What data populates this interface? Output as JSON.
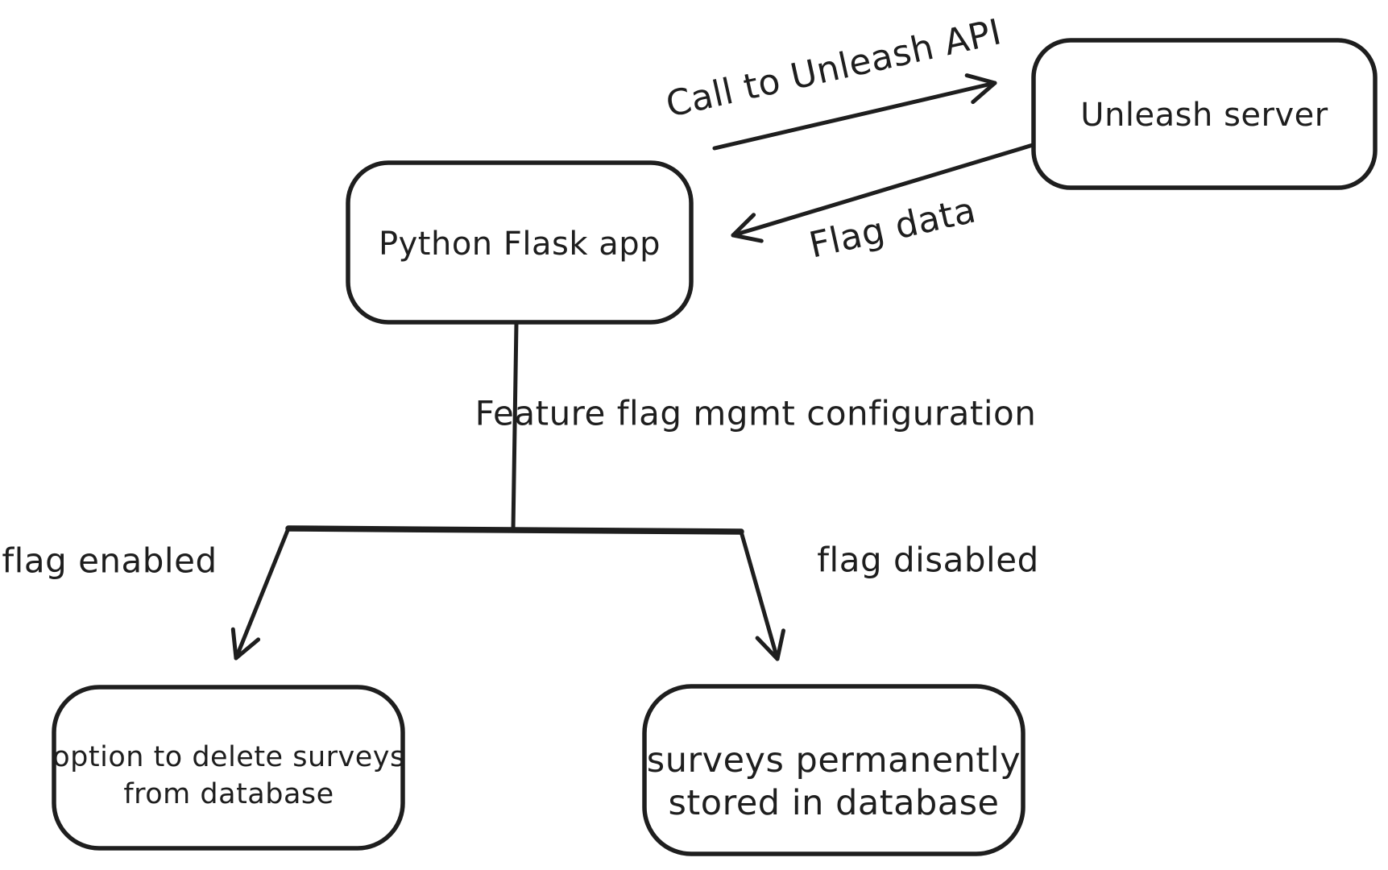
{
  "diagram": {
    "title": "Feature flag architecture diagram",
    "background": "#ffffff",
    "colors": {
      "stroke": "#1e1e1e",
      "flag_enabled": "#2f9e44",
      "flag_disabled": "#e03131"
    },
    "nodes": {
      "flask_app": {
        "label": "Python Flask app"
      },
      "unleash_server": {
        "label": "Unleash server"
      },
      "enabled_outcome": {
        "line1": "option to delete surveys",
        "line2": "from database"
      },
      "disabled_outcome": {
        "line1": "surveys permanently",
        "line2": "stored in database"
      }
    },
    "edges": {
      "call_api": {
        "label": "Call to Unleash API"
      },
      "flag_data": {
        "label": "Flag data"
      },
      "config": {
        "label": "Feature flag mgmt configuration"
      },
      "enabled_branch": {
        "label": "flag enabled"
      },
      "disabled_branch": {
        "label": "flag disabled"
      }
    }
  }
}
